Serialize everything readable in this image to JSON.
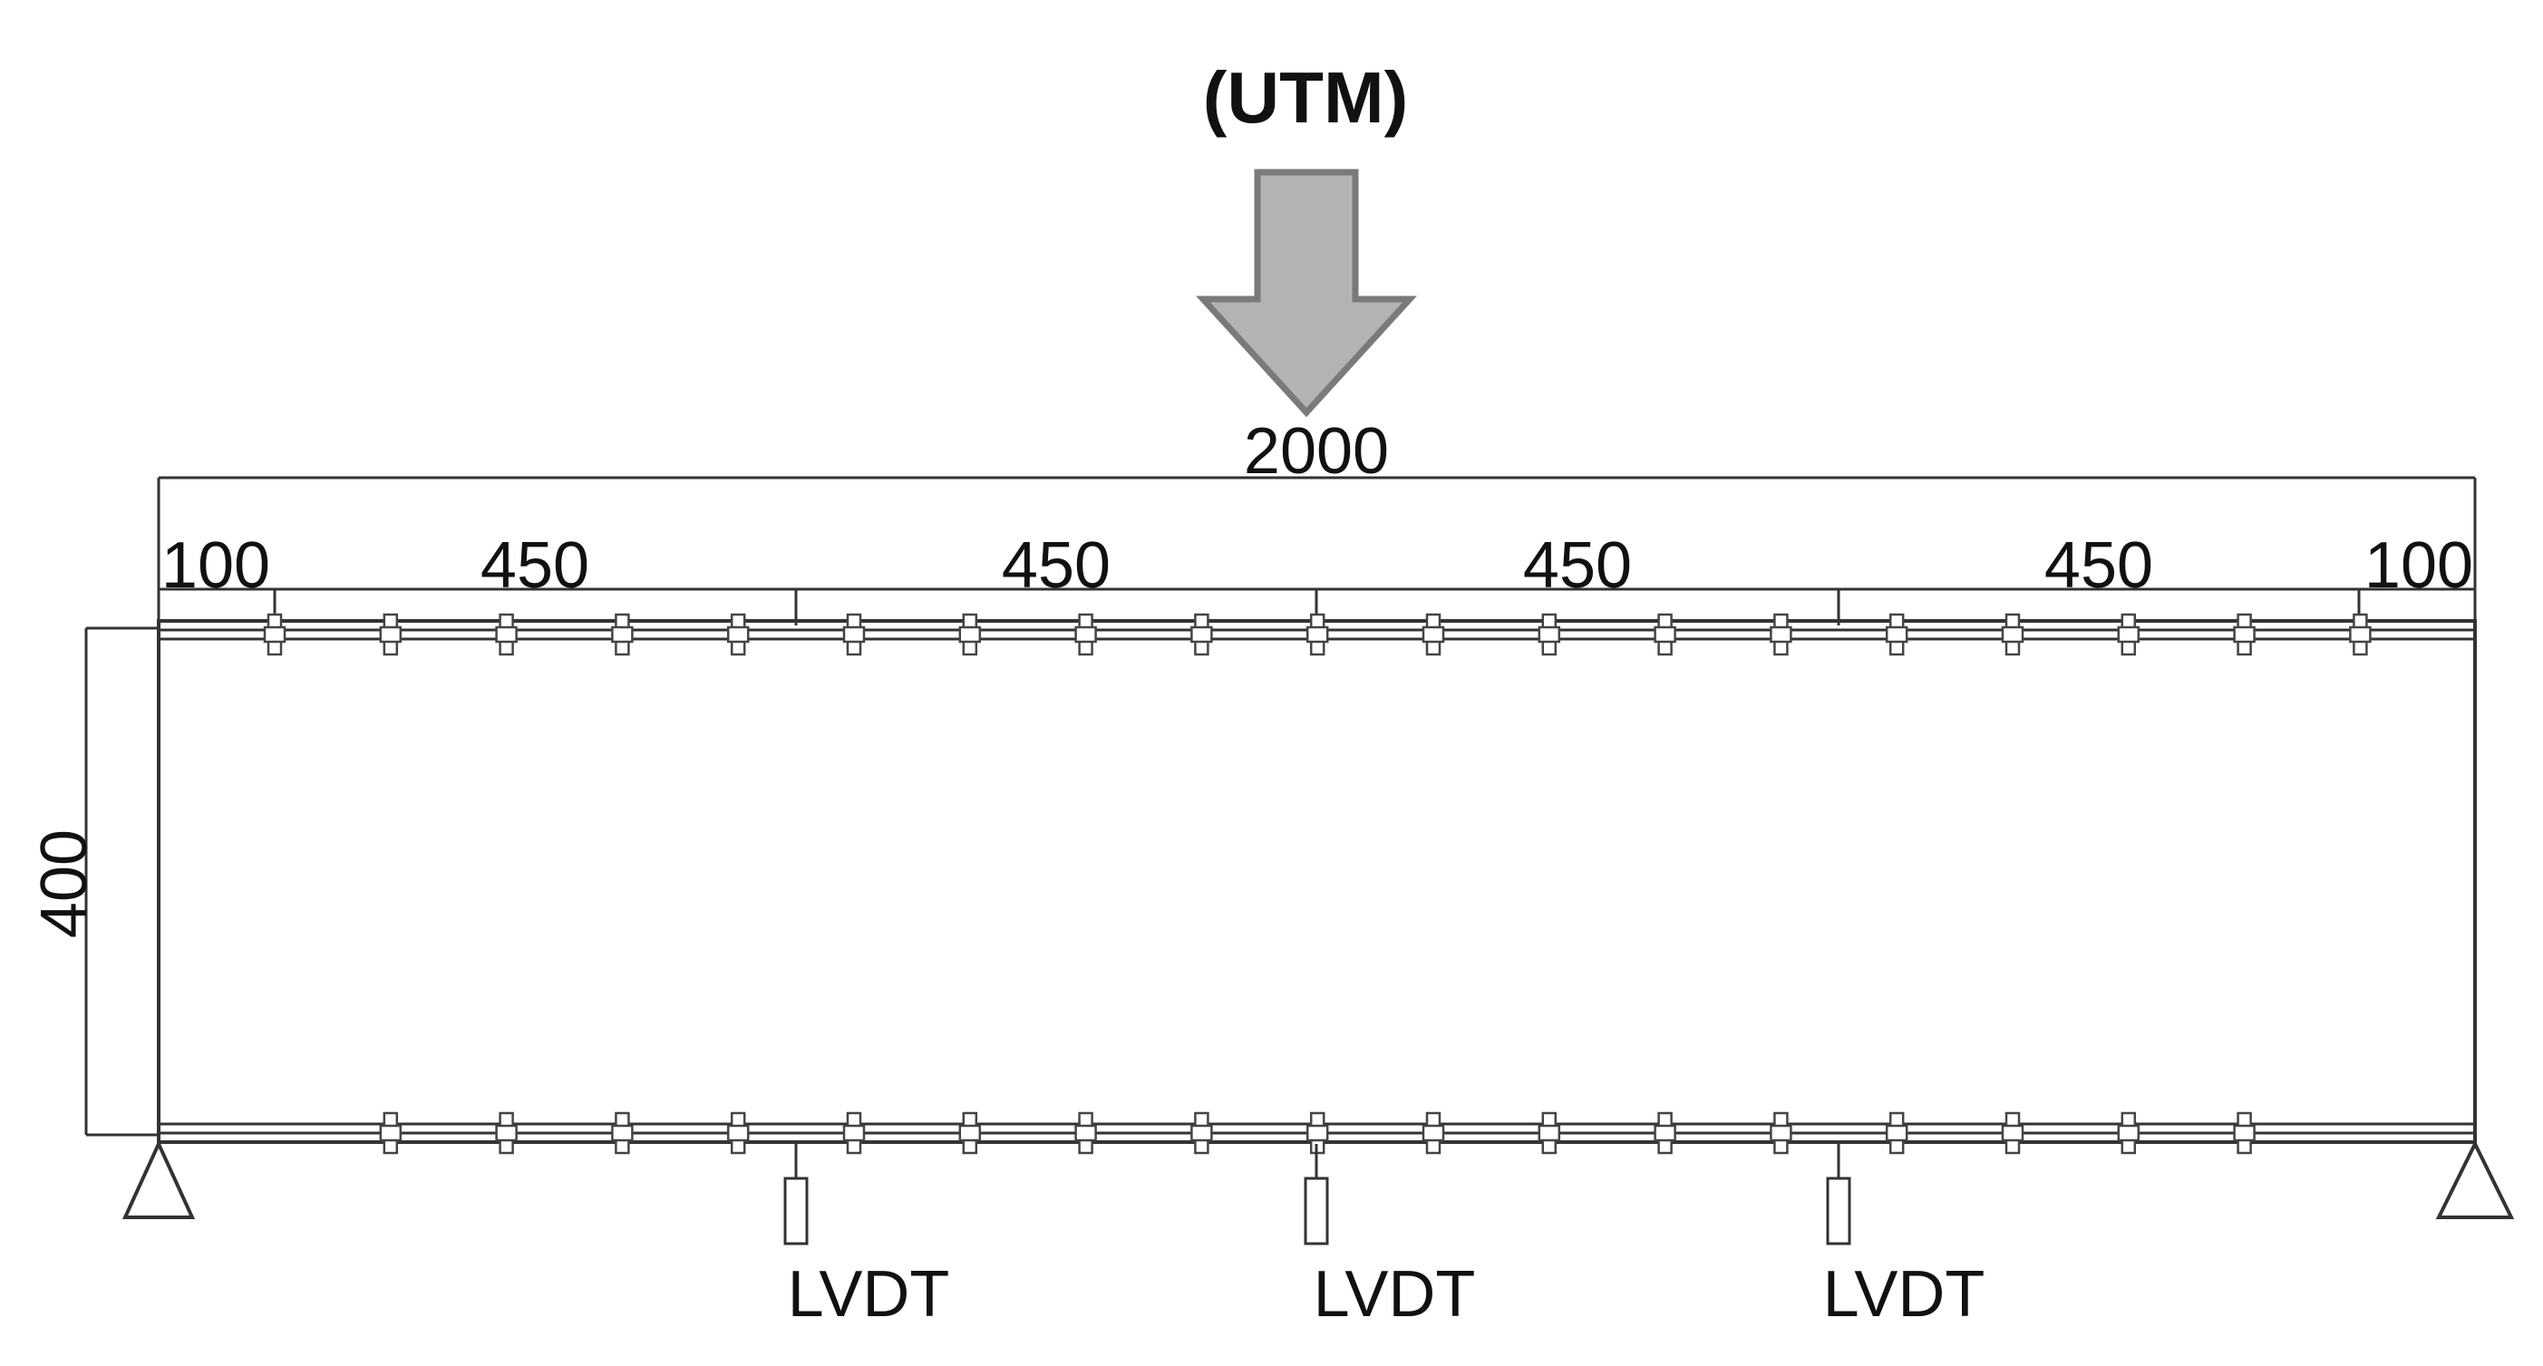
{
  "load": {
    "label": "(UTM)"
  },
  "dimensions": {
    "total_length": "2000",
    "segments": [
      "100",
      "450",
      "450",
      "450",
      "450",
      "100"
    ],
    "height": "400"
  },
  "sensors": [
    "LVDT",
    "LVDT",
    "LVDT"
  ],
  "colors": {
    "line": "#333333",
    "arrow_fill": "#b3b3b3",
    "arrow_stroke": "#7a7a7a"
  }
}
